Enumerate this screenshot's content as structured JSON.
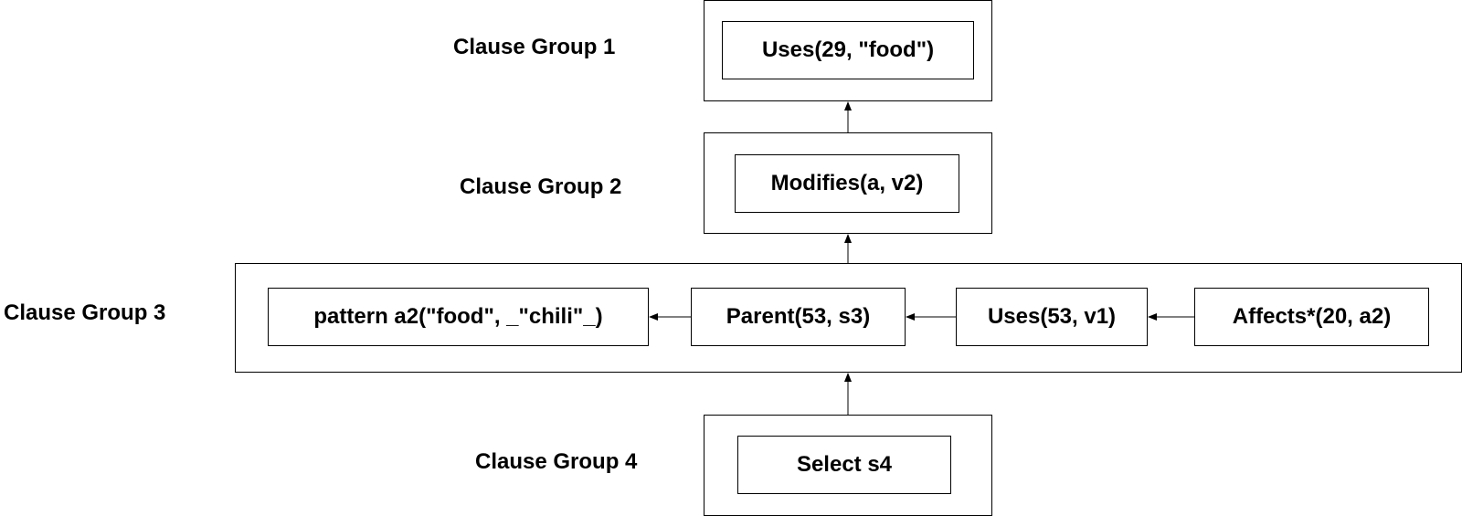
{
  "diagram": {
    "groups": [
      {
        "label": "Clause Group 1",
        "clauses": [
          "Uses(29, \"food\")"
        ]
      },
      {
        "label": "Clause Group 2",
        "clauses": [
          "Modifies(a, v2)"
        ]
      },
      {
        "label": "Clause Group 3",
        "clauses": [
          "pattern a2(\"food\", _\"chili\"_)",
          "Parent(53, s3)",
          "Uses(53, v1)",
          "Affects*(20, a2)"
        ]
      },
      {
        "label": "Clause Group 4",
        "clauses": [
          "Select s4"
        ]
      }
    ],
    "colors": {
      "stroke": "#000000",
      "background": "#ffffff",
      "text": "#000000"
    }
  }
}
